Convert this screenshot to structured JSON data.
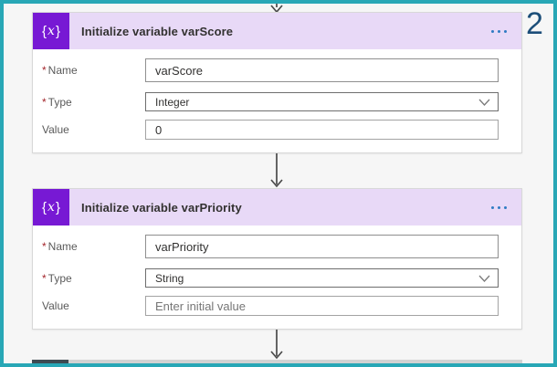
{
  "frame": {
    "border_color": "#28a7b6",
    "background": "#f6f6f6"
  },
  "annotation": {
    "step_number": "2"
  },
  "cards": [
    {
      "icon": {
        "name": "variable-icon",
        "open_brace": "{",
        "x": "x",
        "close_brace": "}"
      },
      "title": "Initialize variable varScore",
      "fields": {
        "name": {
          "label": "Name",
          "required_mark": "*",
          "value": "varScore"
        },
        "type": {
          "label": "Type",
          "required_mark": "*",
          "value": "Integer"
        },
        "value": {
          "label": "Value",
          "value": "0",
          "placeholder": ""
        }
      }
    },
    {
      "icon": {
        "name": "variable-icon",
        "open_brace": "{",
        "x": "x",
        "close_brace": "}"
      },
      "title": "Initialize variable varPriority",
      "fields": {
        "name": {
          "label": "Name",
          "required_mark": "*",
          "value": "varPriority"
        },
        "type": {
          "label": "Type",
          "required_mark": "*",
          "value": "String"
        },
        "value": {
          "label": "Value",
          "value": "",
          "placeholder": "Enter initial value"
        }
      }
    }
  ],
  "colors": {
    "header_bg": "#e8d9f7",
    "icon_purple": "#7719d4",
    "ellipsis_blue": "#2f7bc3",
    "annotation_blue": "#1c4e79",
    "required_red": "#a4262c",
    "arrow_gray": "#4a4a4a",
    "teal_frame": "#28a7b6"
  }
}
